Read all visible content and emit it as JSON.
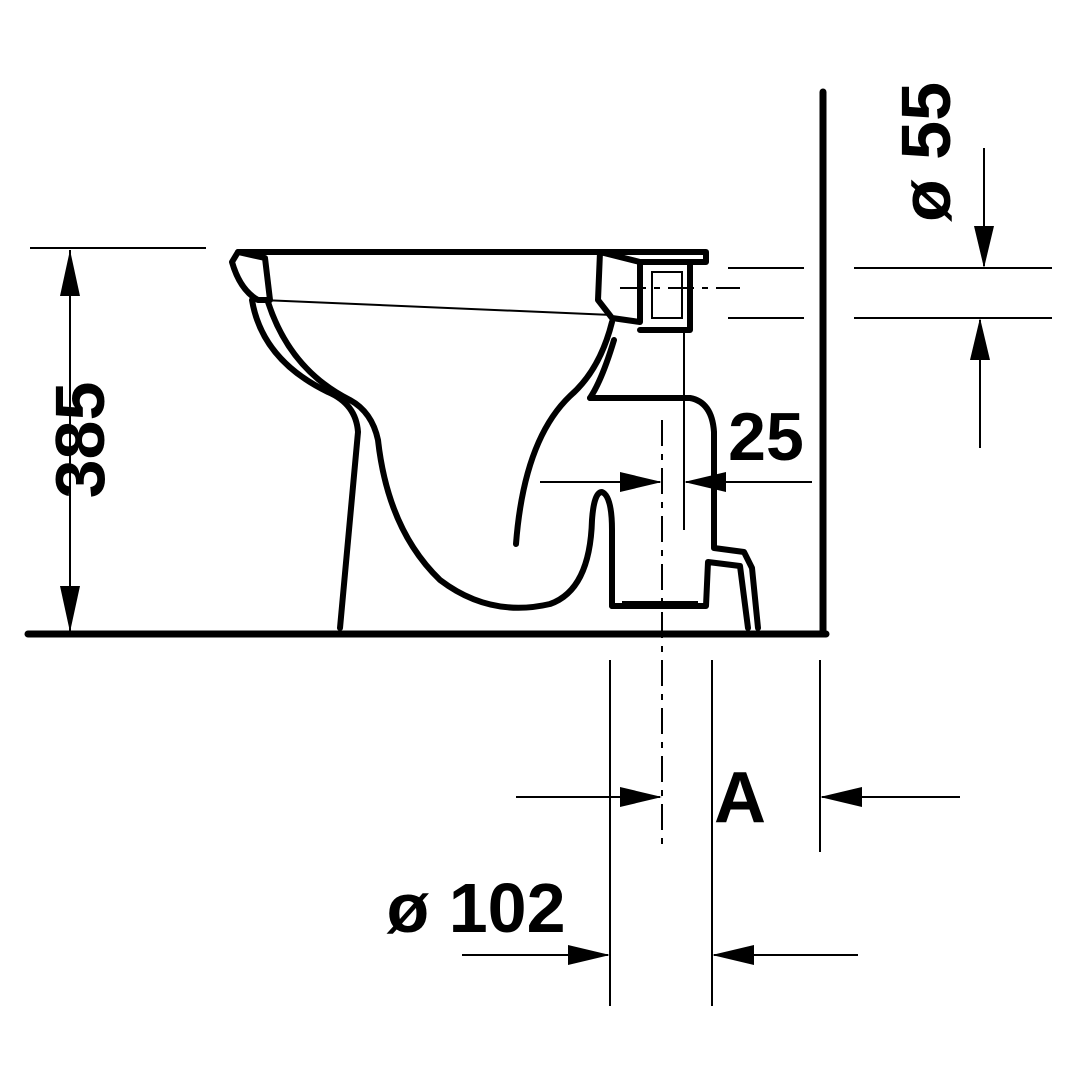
{
  "dimensions": {
    "height_label": "385",
    "inlet_diameter_label": "ø 55",
    "offset_label": "25",
    "distance_label": "A",
    "outlet_diameter_label": "ø 102"
  },
  "colors": {
    "line": "#000000",
    "background": "#ffffff"
  }
}
